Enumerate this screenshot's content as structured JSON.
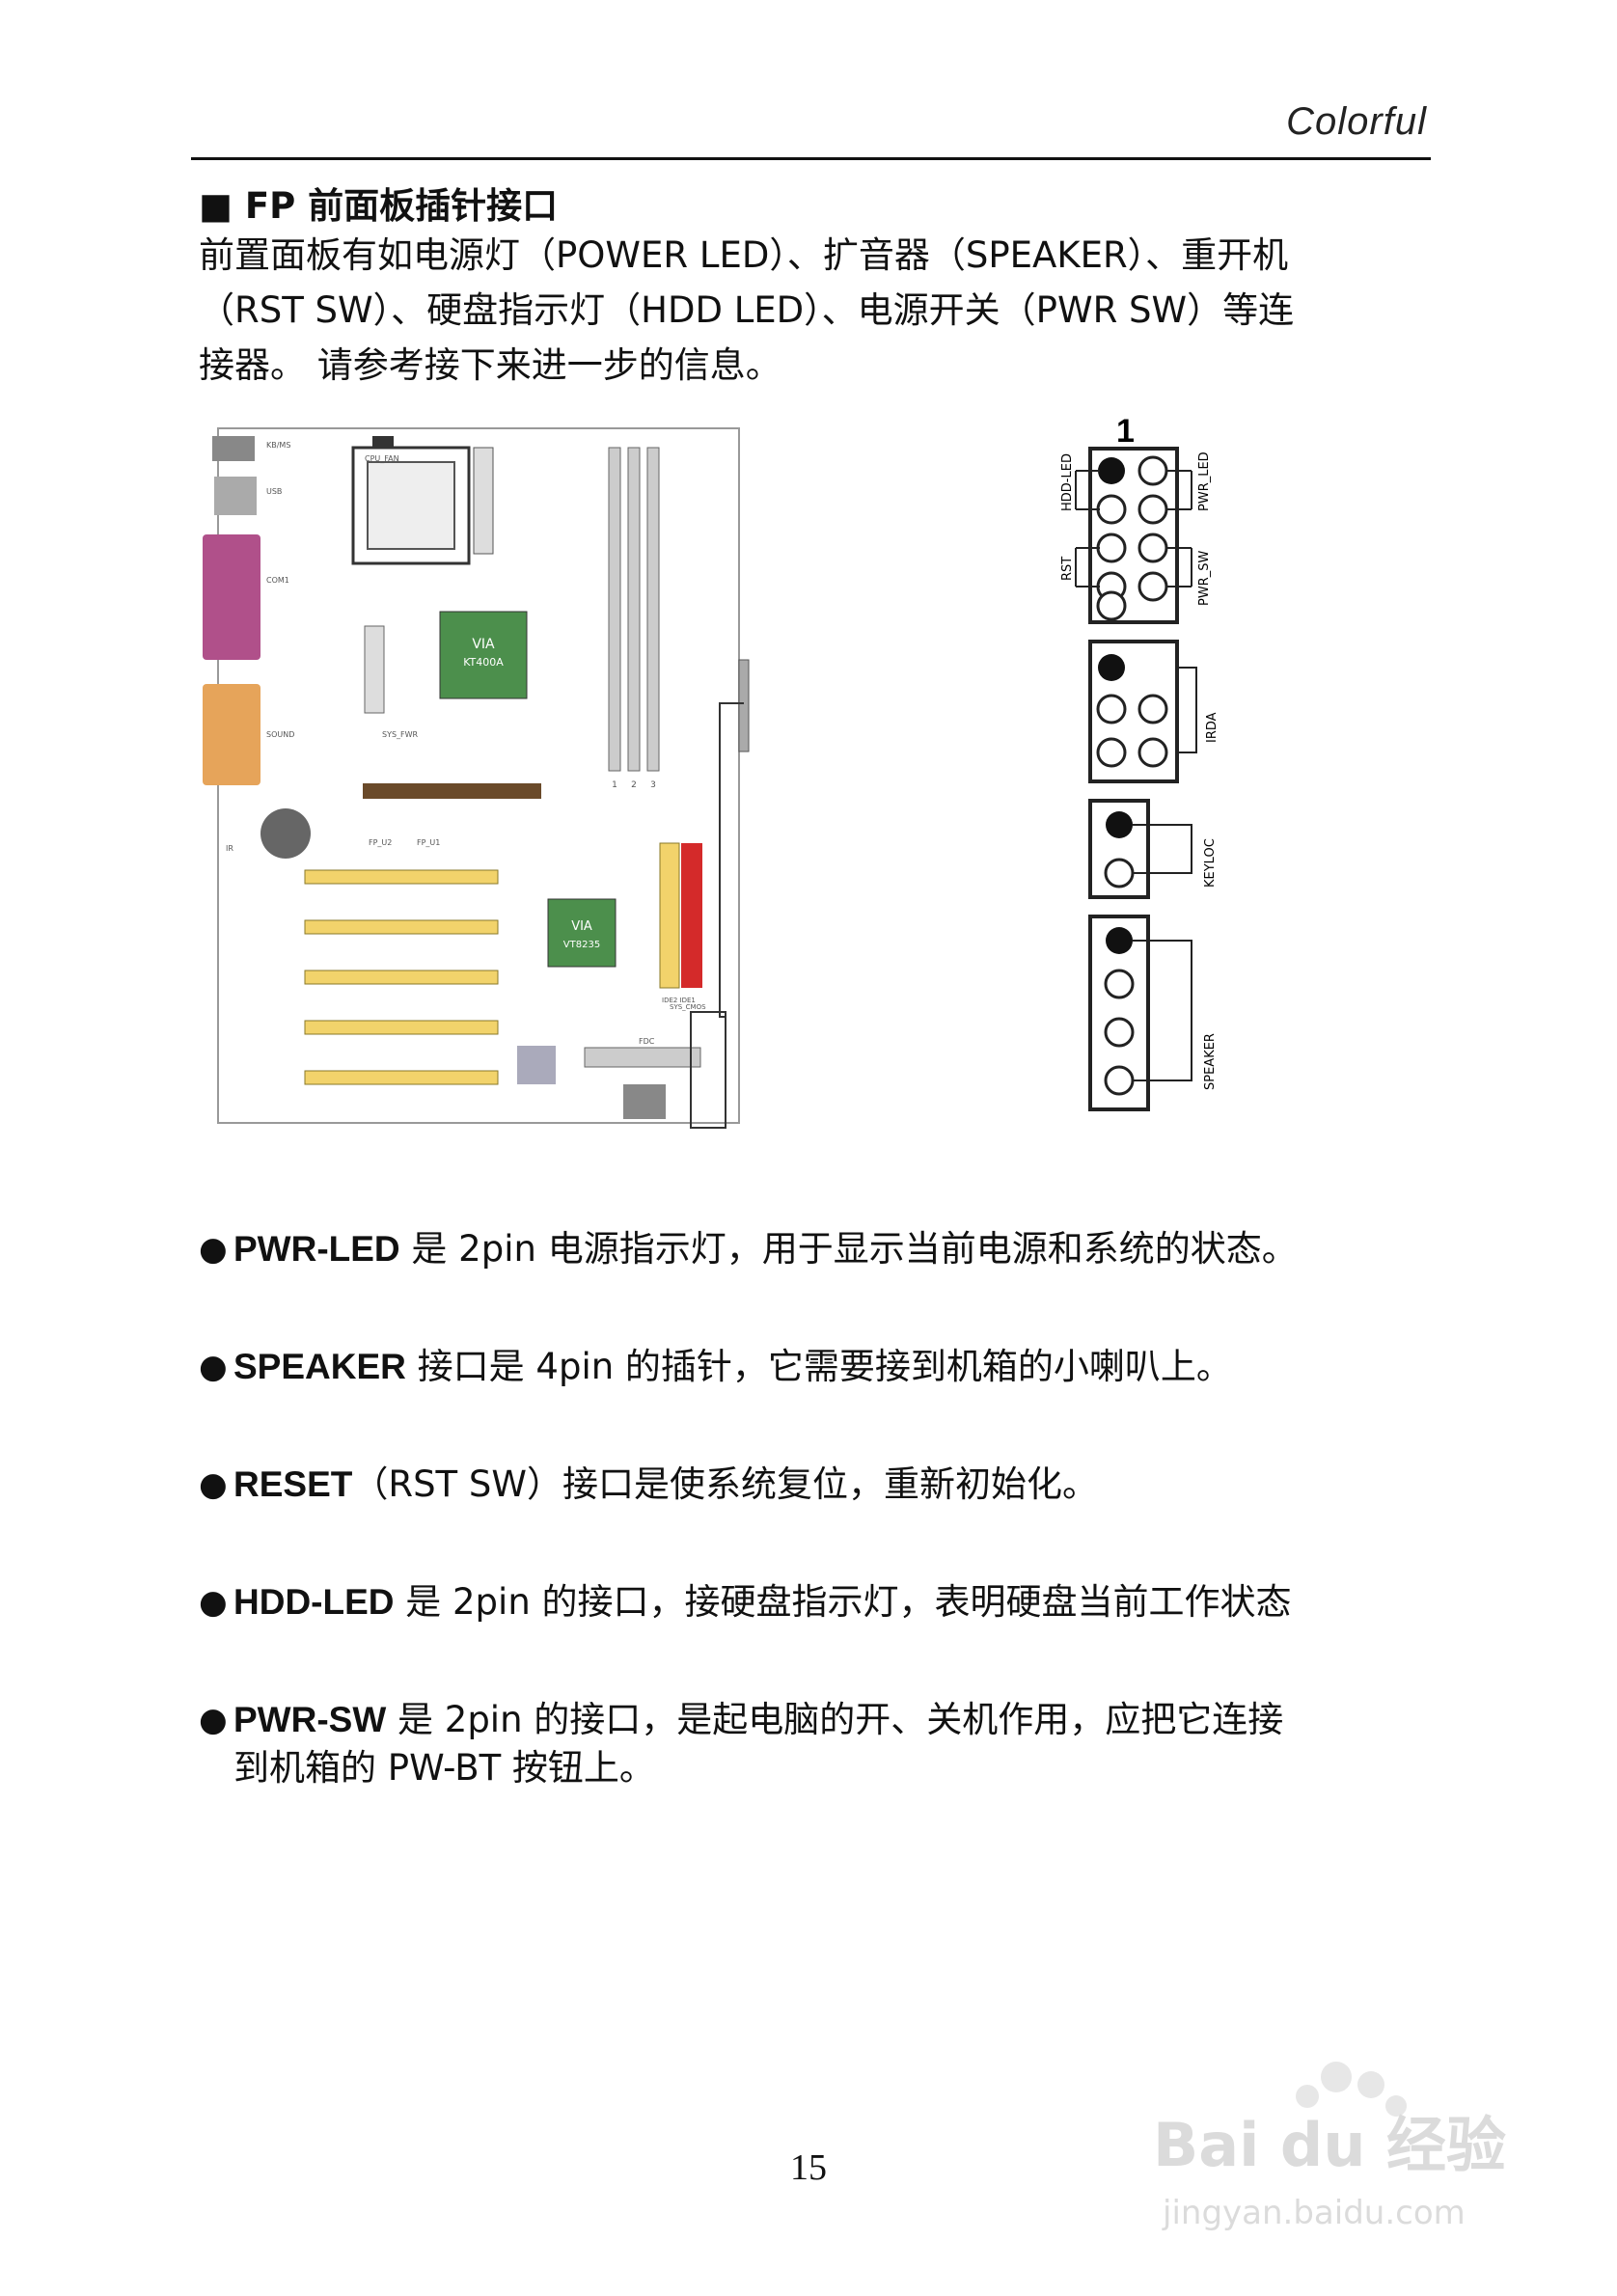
{
  "header": {
    "brand": "Colorful"
  },
  "section": {
    "title": "■ FP 前面板插针接口",
    "intro_lines": [
      "前置面板有如电源灯（POWER LED）、扩音器（SPEAKER）、重开机",
      "（RST SW）、硬盘指示灯（HDD LED）、电源开关（PWR SW）等连",
      "接器。 请参考接下来进一步的信息。"
    ]
  },
  "board": {
    "chip1_line1": "VIA",
    "chip1_line2": "KT400A",
    "chip2_line1": "VIA",
    "chip2_line2": "VT8235",
    "dimm_numbers": [
      "1",
      "2",
      "3"
    ],
    "labels": {
      "cpu_fan": "CPU_FAN",
      "sys_fan": "SYS_FWR",
      "kbms": "KB/MS",
      "usb": "USB",
      "com": "COM1",
      "sound": "SOUND",
      "fp_u2": "FP_U2",
      "fp_u1": "FP_U1",
      "fdc": "FDC",
      "ide": "IDE2 IDE1",
      "ir": "IR",
      "sys_cmos": "SYS_CMOS"
    }
  },
  "pin_header": {
    "pin1": "1",
    "labels": {
      "hdd_led": "HDD-LED",
      "pwr_led": "PWR_LED",
      "rst": "RST",
      "pwr_sw": "PWR_SW",
      "irda": "IRDA",
      "keyloc": "KEYLOC",
      "speaker": "SPEAKER"
    }
  },
  "bullets": [
    {
      "name": "PWR-LED",
      "text": "  是 2pin 电源指示灯，用于显示当前电源和系统的状态。"
    },
    {
      "name": "SPEAKER",
      "text": "  接口是 4pin 的插针，它需要接到机箱的小喇叭上。"
    },
    {
      "name": "RESET",
      "text": "（RST SW）接口是使系统复位，重新初始化。"
    },
    {
      "name": "HDD-LED",
      "text": " 是 2pin 的接口，接硬盘指示灯，表明硬盘当前工作状态"
    },
    {
      "name": "PWR-SW",
      "text": " 是 2pin 的接口，是起电脑的开、关机作用，应把它连接",
      "cont": "到机箱的 PW-BT 按钮上。"
    }
  ],
  "footer": {
    "page_number": "15"
  },
  "watermark": {
    "line1": "Bai du 经验",
    "line2": "jingyan.baidu.com"
  },
  "colors": {
    "chip_green": "#4c8f4c",
    "com_port": "#b0508a",
    "lpt_port": "#e6a45a",
    "ide_red": "#d42a2a",
    "ide_yellow": "#f2d36b"
  }
}
